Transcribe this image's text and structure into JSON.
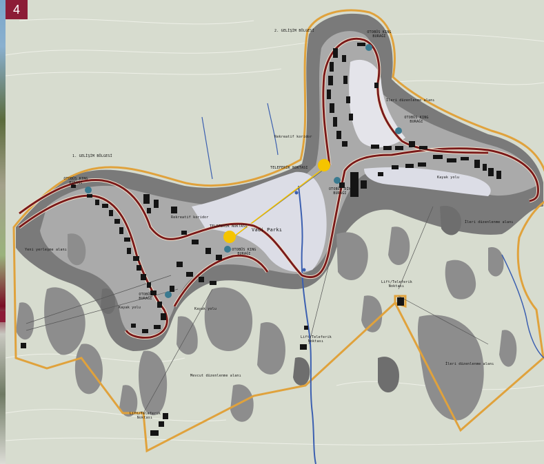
{
  "page_number": "4",
  "colors": {
    "road": "#7a1a1a",
    "road_outline": "#f2e4d0",
    "boundary": "#e0a23c",
    "river": "#3b5fb0",
    "terrain": "#d7dccf",
    "zone_dark": "#6b6b6b",
    "zone_mid": "#a9a9a9",
    "zone_light": "#c9cbd1",
    "valley_park": "#dcdde6",
    "stop_marker": "#3a7a90",
    "station_marker": "#f5c400",
    "building": "#141414"
  },
  "labels": {
    "zone_1": "1. GELİŞİM BÖLGESİ",
    "zone_2": "2. GELİŞİM BÖLGESİ",
    "bus_stop": "OTOBÜS KING BURAĞI",
    "bus_stop_top": "OTOBÜS KING BURAĞI",
    "bus_stop_right": "OTOBÜS KING BURAĞI",
    "bus_stop_center": "OTOBÜS DİN BURAĞI",
    "bus_stop_mid": "OTOBÜS KING BURAĞI",
    "bus_stop_lower": "OTOBÜS BURAĞI",
    "rekreatif_left": "Rekreatif koridor",
    "rekreatif_top": "Rekreatif koridor",
    "teleferik_1": "TELEFERİK NOKTASI",
    "teleferik_2": "TELEFERİK NOKTASI",
    "vadi_parki": "Vadi Parkı",
    "yeni_yerlesme": "Yeni yerleşme alanı",
    "kayak_yolu_1": "Kayak yolu",
    "kayak_yolu_2": "Kayak yolu",
    "kayak_yolu_3": "Kayak yolu",
    "ileri_1": "İleri düzenlenme alanı",
    "ileri_2": "İleri düzenlenme alanı",
    "ileri_3": "İleri düzenlenme alanı",
    "mevcut": "Mevcut düzenlenme alanı",
    "lift_1": "Lift/Teleferik Noktası",
    "lift_2": "Lift/Teleferik Noktası",
    "lift_3": "Lift/Teleferik Noktası"
  }
}
